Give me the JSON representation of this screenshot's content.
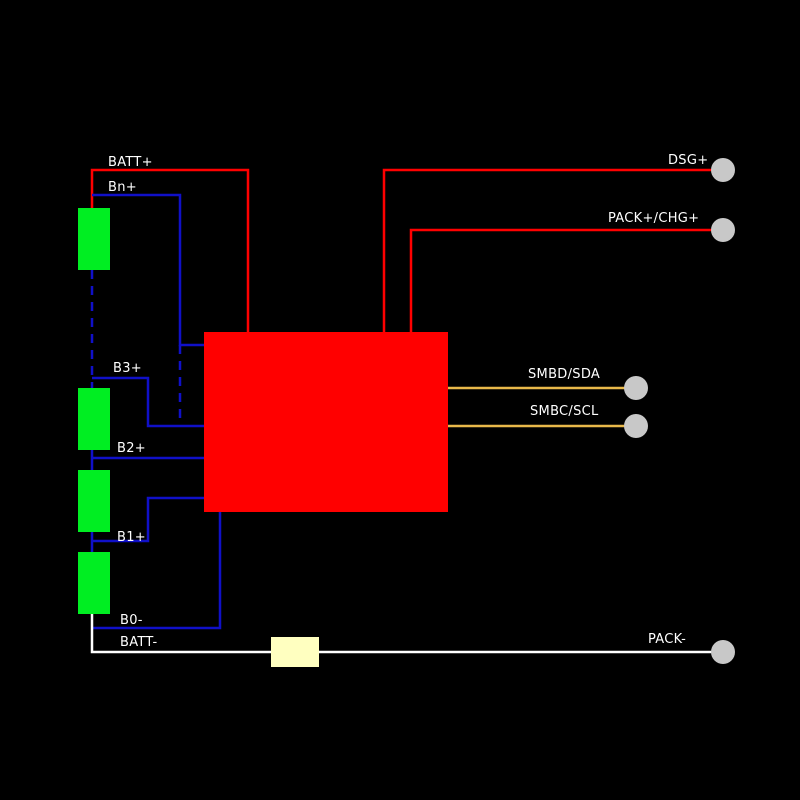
{
  "colors": {
    "background": "#000000",
    "red_wire": "#ff0000",
    "blue_wire": "#1010c8",
    "white_wire": "#ffffff",
    "bus_wire": "#e8b84a",
    "cell": "#00ee22",
    "bms_block": "#ff0000",
    "fuse": "#ffffc0",
    "terminal": "#c8c8c8"
  },
  "labels": {
    "batt_plus": "BATT+",
    "bn_plus": "Bn+",
    "b3_plus": "B3+",
    "b2_plus": "B2+",
    "b1_plus": "B1+",
    "b0_minus": "B0-",
    "batt_minus": "BATT-",
    "dsg_plus": "DSG+",
    "pack_plus_chg": "PACK+/CHG+",
    "smbd_sda": "SMBD/SDA",
    "smbc_scl": "SMBC/SCL",
    "pack_minus": "PACK-"
  }
}
